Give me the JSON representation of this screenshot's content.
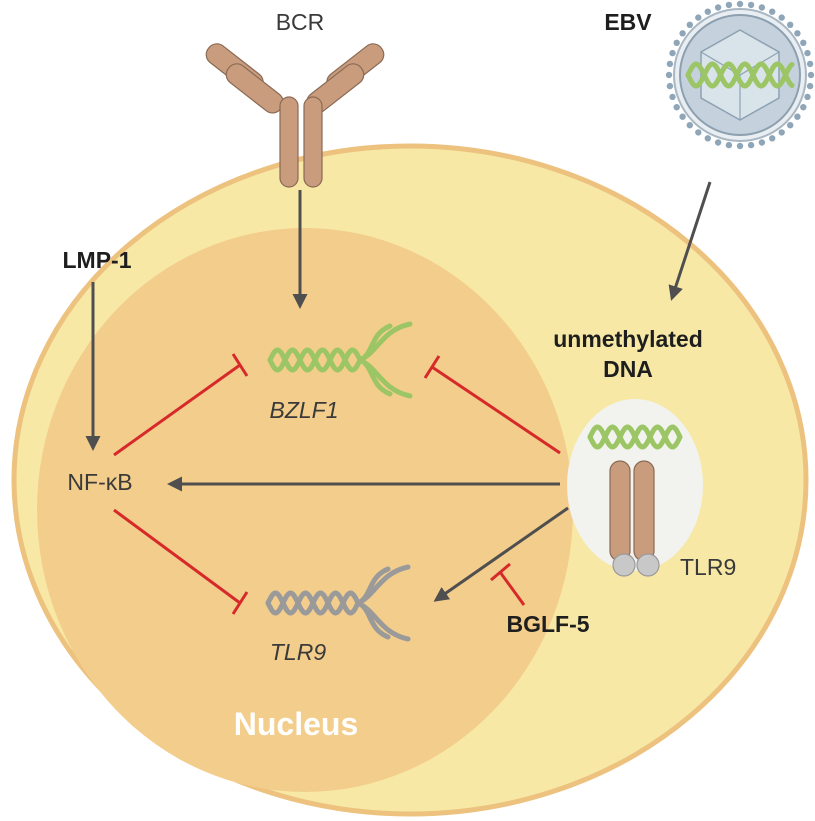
{
  "labels": {
    "bcr": "BCR",
    "ebv": "EBV",
    "lmp1": "LMP-1",
    "nfkb": "NF-κB",
    "unmethylated_line1": "unmethylated",
    "unmethylated_line2": "DNA",
    "bzlf1": "BZLF1",
    "tlr9_gene": "TLR9",
    "tlr9_receptor": "TLR9",
    "bglf5": "BGLF-5",
    "nucleus": "Nucleus"
  },
  "colors": {
    "cell_fill": "#f7e8a6",
    "cell_border": "#edc27e",
    "nucleus_fill": "#f3cd8b",
    "receptor": "#c99c7d",
    "dna_green": "#9cc665",
    "dna_gray": "#9a9a9a",
    "activation_arrow": "#4f4f4f",
    "inhibition": "#d62a2a",
    "virus_capsid": "#c5d2dd",
    "endosome": "#f2f2ee"
  }
}
